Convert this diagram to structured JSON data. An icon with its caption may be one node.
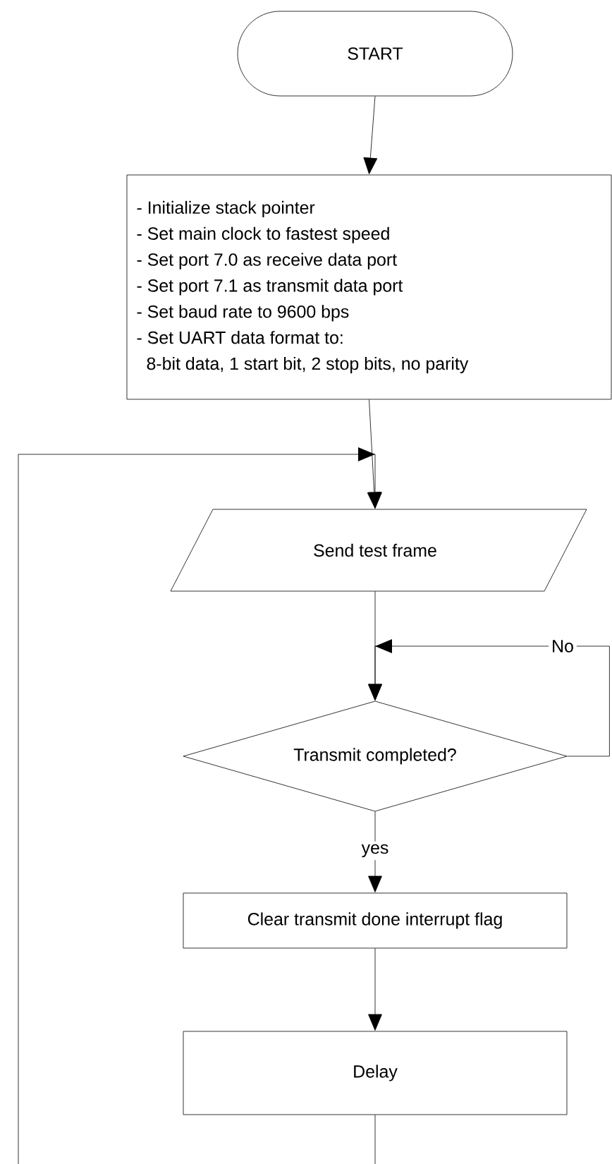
{
  "diagram": {
    "nodes": [
      {
        "text": [
          "START"
        ]
      },
      {
        "text": [
          "- Initialize stack pointer",
          "- Set main clock to fastest speed",
          "- Set port 7.0 as receive data port",
          "- Set port 7.1 as transmit data port",
          "- Set baud rate to 9600 bps",
          "- Set UART data format to:",
          "8-bit data, 1 start bit, 2 stop bits, no parity"
        ]
      },
      {
        "text": [
          "Send test frame"
        ]
      },
      {
        "text": [
          "Transmit completed?"
        ]
      },
      {
        "text": [
          "Clear transmit done interrupt flag"
        ]
      },
      {
        "text": [
          "Delay"
        ]
      }
    ],
    "edges": [
      {
        "from": 0,
        "to": 1,
        "arrow": "to"
      },
      {
        "from": 1,
        "to": 2,
        "arrow": "to"
      },
      {
        "from": 2,
        "to": 3,
        "arrow": "to"
      },
      {
        "from": 3,
        "to": 3,
        "arrow": "to",
        "label": "No"
      },
      {
        "from": 3,
        "to": 4,
        "arrow": "to",
        "label": "yes"
      },
      {
        "from": 4,
        "to": 5,
        "arrow": "to"
      },
      {
        "from": 5,
        "to": 2,
        "arrow": "to"
      }
    ]
  }
}
